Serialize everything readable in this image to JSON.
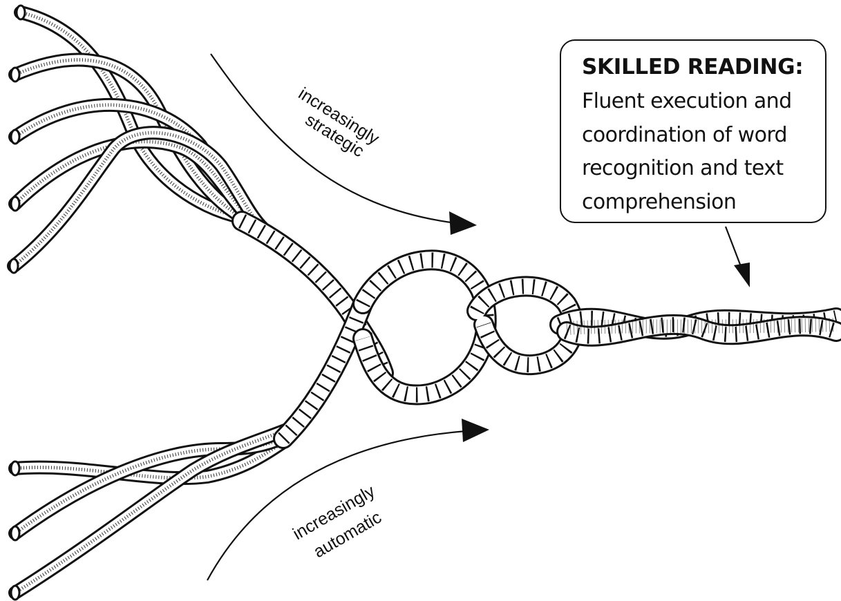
{
  "callout": {
    "title": "SKILLED READING:",
    "body_lines": [
      "Fluent execution and",
      "coordination of word",
      "recognition and text",
      "comprehension"
    ]
  },
  "arrows": {
    "top_label_line1": "increasingly",
    "top_label_line2": "strategic",
    "bottom_label_line1": "increasingly",
    "bottom_label_line2": "automatic"
  },
  "colors": {
    "ink": "#111111",
    "paper": "#ffffff"
  }
}
